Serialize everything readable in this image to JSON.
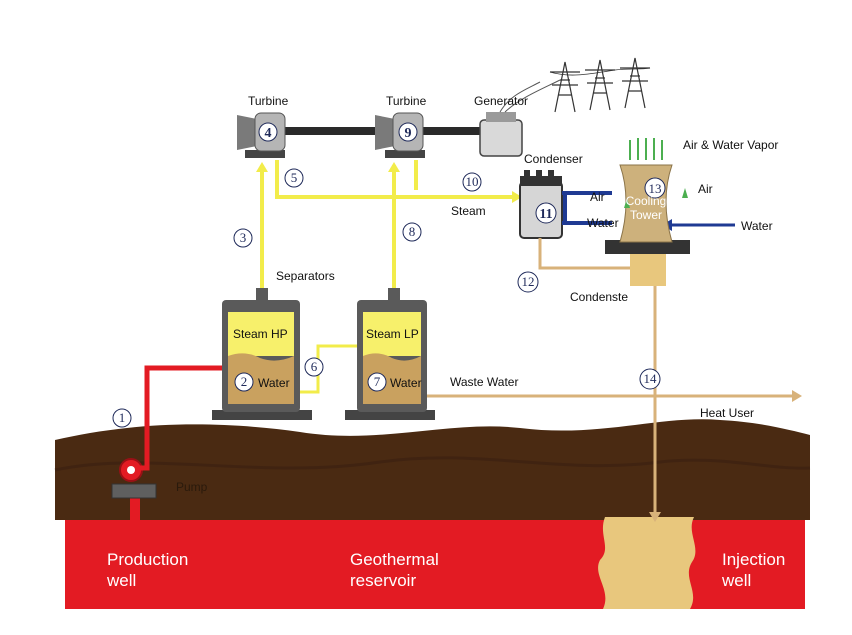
{
  "labels": {
    "turbine_left": "Turbine",
    "turbine_right": "Turbine",
    "generator": "Generator",
    "condenser": "Condenser",
    "air_water_vapor": "Air & Water Vapor",
    "air_right": "Air",
    "air_left": "Air",
    "water_left": "Water",
    "water_in": "Water",
    "cooling_tower": "Cooling Tower",
    "steam": "Steam",
    "separators": "Separators",
    "condensate": "Condenste",
    "steam_hp": "Steam HP",
    "steam_lp": "Steam LP",
    "water_hp": "Water",
    "water_lp": "Water",
    "waste_water": "Waste Water",
    "heat_user": "Heat User",
    "pump": "Pump",
    "production_well": "Production well",
    "geothermal_reservoir": "Geothermal reservoir",
    "injection_well": "Injection well"
  },
  "numbers": {
    "n1": "1",
    "n2": "2",
    "n3": "3",
    "n4": "4",
    "n5": "5",
    "n6": "6",
    "n7": "7",
    "n8": "8",
    "n9": "9",
    "n10": "10",
    "n11": "11",
    "n12": "12",
    "n13": "13",
    "n14": "14"
  },
  "colors": {
    "steam_line": "#f2ec4a",
    "brine_line": "#e31b23",
    "condensate_line": "#d8b27a",
    "cooling_loop": "#1f3a93",
    "ground": "#4a2a12",
    "reservoir": "#e31b23",
    "tank_steam": "#f7f06b",
    "tank_water": "#c9a15f"
  }
}
